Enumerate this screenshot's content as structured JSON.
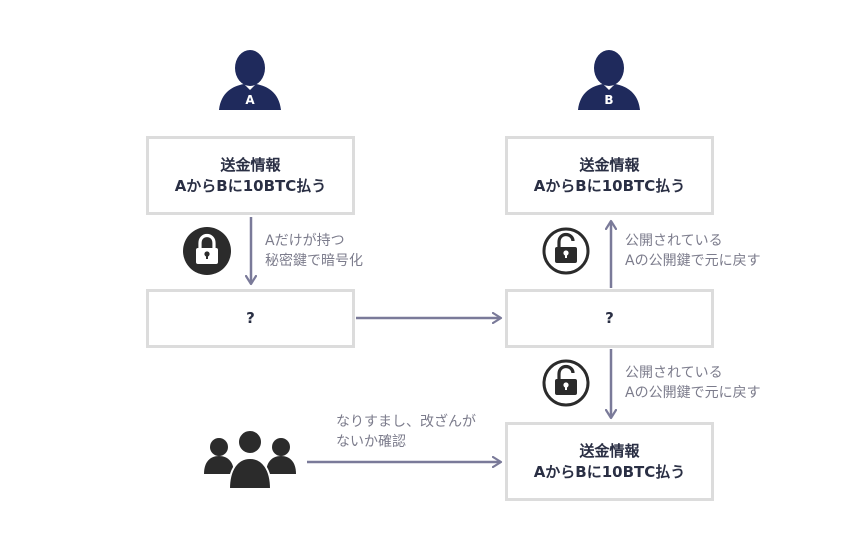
{
  "persons": {
    "a_label": "A",
    "b_label": "B"
  },
  "boxes": {
    "a_info": {
      "title": "送金情報",
      "detail": "AからBに10BTC払う"
    },
    "b_info": {
      "title": "送金情報",
      "detail": "AからBに10BTC払う"
    },
    "a_encrypted": {
      "text": "?"
    },
    "b_encrypted": {
      "text": "?"
    },
    "verify_info": {
      "title": "送金情報",
      "detail": "AからBに10BTC払う"
    }
  },
  "notes": {
    "encrypt": {
      "line1": "Aだけが持つ",
      "line2": "秘密鍵で暗号化"
    },
    "decrypt_b": {
      "line1": "公開されている",
      "line2": "Aの公開鍵で元に戻す"
    },
    "decrypt_others": {
      "line1": "公開されている",
      "line2": "Aの公開鍵で元に戻す"
    },
    "others_check": {
      "line1": "なりすまし、改ざんが",
      "line2": "ないか確認"
    }
  },
  "icons": {
    "person_a": "person-icon",
    "person_b": "person-icon",
    "lock": "locked-padlock-icon",
    "unlock_b": "unlocked-padlock-icon",
    "unlock_others": "unlocked-padlock-icon",
    "others": "group-of-people-icon"
  },
  "colors": {
    "person": "#1f2a5c",
    "box_border": "#dcdcdc",
    "arrow": "#7a7a99",
    "lock_dark": "#2b2b2b",
    "group": "#2b2b2b"
  }
}
